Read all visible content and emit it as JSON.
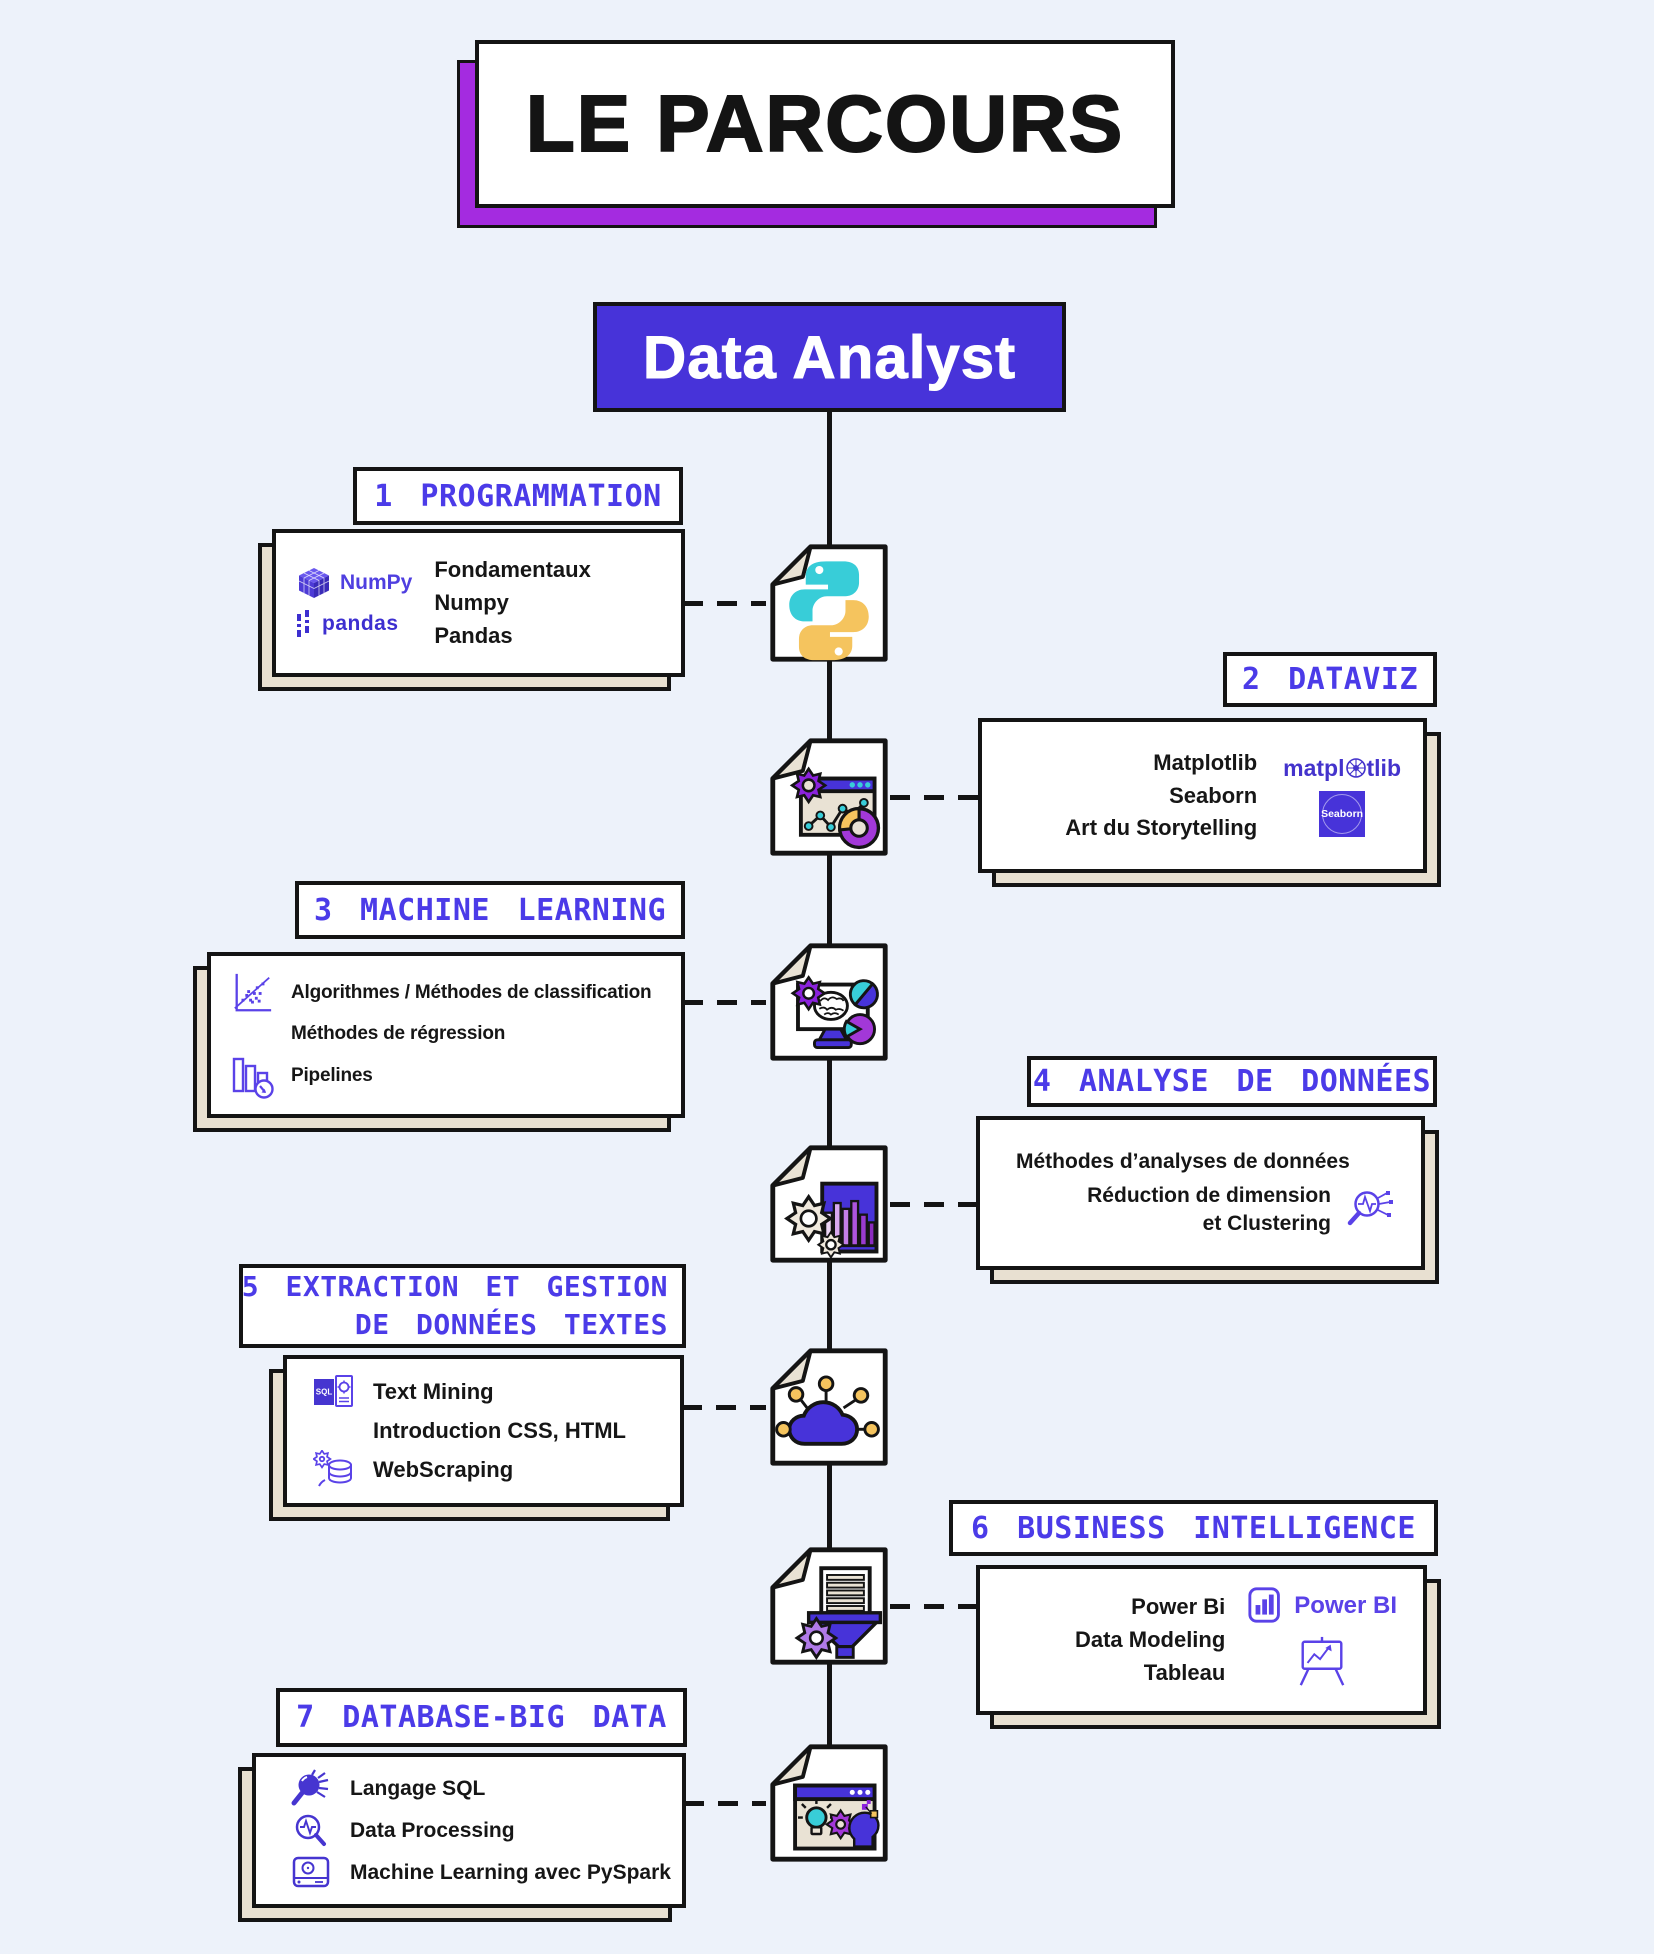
{
  "title": "LE PARCOURS",
  "role": "Data Analyst",
  "colors": {
    "background": "#EDF2FA",
    "primary_blue": "#4733D9",
    "header_text": "#4B3BE8",
    "title_shadow_purple": "#A42BE0",
    "card_shadow_beige": "#E8E0D1",
    "teal": "#38CDD8",
    "yellow": "#F5C45E",
    "icon_purple": "#5A42E8"
  },
  "logo_text": {
    "numpy": "NumPy",
    "pandas": "pandas",
    "matplotlib_pre": "matpl",
    "matplotlib_post": "tlib",
    "seaborn": "Seaborn",
    "powerbi": "Power BI",
    "sql": "SQL"
  },
  "steps": [
    {
      "label": "1 PROGRAMMATION",
      "items": [
        "Fondamentaux",
        "Numpy",
        "Pandas"
      ]
    },
    {
      "label": "2 DATAVIZ",
      "items": [
        "Matplotlib",
        "Seaborn",
        "Art du Storytelling"
      ]
    },
    {
      "label": "3 MACHINE LEARNING",
      "items": [
        "Algorithmes / Méthodes de classification",
        "Méthodes de régression",
        "Pipelines"
      ]
    },
    {
      "label": "4 ANALYSE DE DONNÉES",
      "items": [
        "Méthodes d’analyses de données",
        "Réduction de dimension",
        "et Clustering"
      ]
    },
    {
      "label_line1": "5 EXTRACTION ET GESTION",
      "label_line2": "DE DONNÉES TEXTES",
      "items": [
        "Text Mining",
        "Introduction CSS, HTML",
        "WebScraping"
      ]
    },
    {
      "label": "6 BUSINESS INTELLIGENCE",
      "items": [
        "Power Bi",
        "Data Modeling",
        "Tableau"
      ]
    },
    {
      "label": "7 DATABASE-BIG DATA",
      "items": [
        "Langage SQL",
        "Data Processing",
        "Machine Learning avec PySpark"
      ]
    }
  ]
}
